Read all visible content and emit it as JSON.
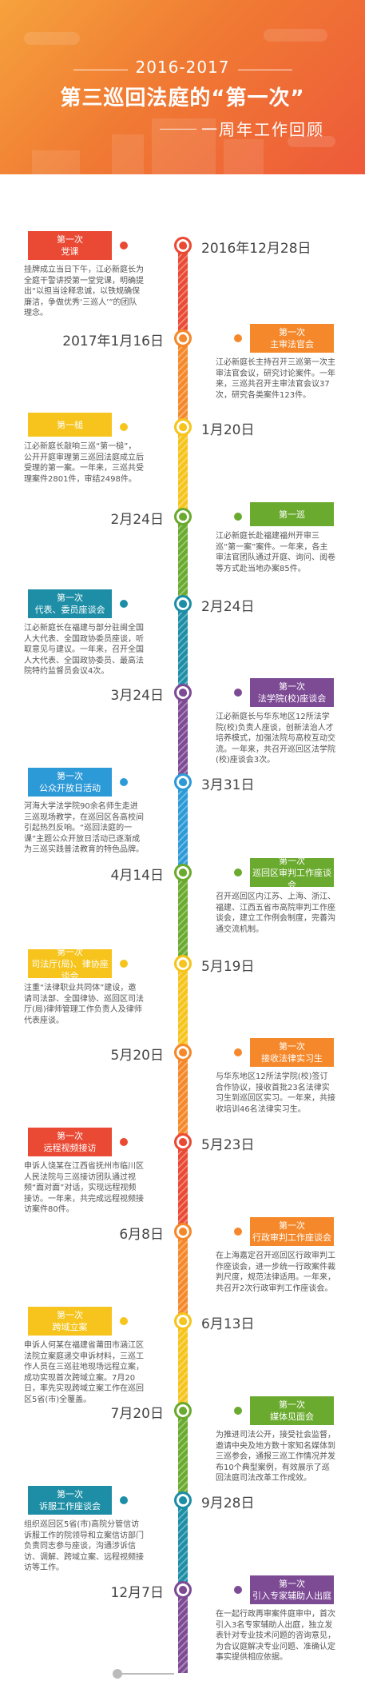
{
  "header": {
    "years": "2016-2017",
    "title": "第三巡回法庭的“第一次”",
    "subtitle": "一周年工作回顾"
  },
  "colors": {
    "red": "#ea4a34",
    "orange": "#f5882a",
    "yellow": "#f6c41c",
    "green": "#6aaa2e",
    "teal": "#1d8ea6",
    "purple": "#7d4a94",
    "blue": "#2d9ad8"
  },
  "events": [
    {
      "date": "2016年12月28日",
      "tag1": "第一次",
      "tag2": "党课",
      "desc": "挂牌成立当日下午，江必新庭长为全庭干警讲授第一堂党课，明确提出“以担当诠释忠诚，以铁规确保廉洁，争做优秀‘三巡人’”的团队理念。"
    },
    {
      "date": "2017年1月16日",
      "tag1": "第一次",
      "tag2": "主审法官会",
      "desc": "江必新庭长主持召开三巡第一次主审法官会议，研究讨论案件。一年来，三巡共召开主审法官会议37次，研究各类案件123件。"
    },
    {
      "date": "1月20日",
      "tag1": "第一槌",
      "tag2": "",
      "desc": "江必新庭长敲响三巡“第一槌”，公开开庭审理第三巡回法庭成立后受理的第一案。一年来，三巡共受理案件2801件，审结2498件。"
    },
    {
      "date": "2月24日",
      "tag1": "第一巡",
      "tag2": "",
      "desc": "江必新庭长赴福建福州开审三巡“第一案”案件。一年来，各主审法官团队通过开庭、询问、阅卷等方式赴当地办案85件。"
    },
    {
      "date": "2月24日",
      "tag1": "第一次",
      "tag2": "代表、委员座谈会",
      "desc": "江必新庭长在福建与部分驻闽全国人大代表、全国政协委员座谈，听取意见与建议。一年来，召开全国人大代表、全国政协委员、最高法院特约监督员会议4次。"
    },
    {
      "date": "3月24日",
      "tag1": "第一次",
      "tag2": "法学院(校)座谈会",
      "desc": "江必新庭长与华东地区12所法学院(校)负责人座谈，创新法治人才培养模式，加强法院与高校互动交流。一年来，共召开巡回区法学院(校)座谈会3次。"
    },
    {
      "date": "3月31日",
      "tag1": "第一次",
      "tag2": "公众开放日活动",
      "desc": "河海大学法学院90余名师生走进三巡现场教学，在巡回区各高校间引起热烈反响。“巡回法庭的一课”主题公众开放日活动已逐渐成为三巡实践普法教育的特色品牌。"
    },
    {
      "date": "4月14日",
      "tag1": "第一次",
      "tag2": "巡回区审判工作座谈会",
      "desc": "召开巡回区内江苏、上海、浙江、福建、江西五省市高院审判工作座谈会，建立工作例会制度，完善沟通交流机制。"
    },
    {
      "date": "5月19日",
      "tag1": "第一次",
      "tag2": "司法厅(局)、律协座谈会",
      "desc": "注重“法律职业共同体”建设，邀请司法部、全国律协、巡回区司法厅(局)律师管理工作负责人及律师代表座谈。"
    },
    {
      "date": "5月20日",
      "tag1": "第一次",
      "tag2": "接收法律实习生",
      "desc": "与华东地区12所法学院(校)签订合作协议，接收首批23名法律实习生到巡回区实习。一年来，共接收培训46名法律实习生。"
    },
    {
      "date": "5月23日",
      "tag1": "第一次",
      "tag2": "远程视频接访",
      "desc": "申诉人饶某在江西省抚州市临川区人民法院与三巡接访团队通过视频“面对面”对话，实现远程视频接访。一年来，共完成远程视频接访案件80件。"
    },
    {
      "date": "6月8日",
      "tag1": "第一次",
      "tag2": "行政审判工作座谈会",
      "desc": "在上海嘉定召开巡回区行政审判工作座谈会，进一步统一行政案件裁判尺度，规范法律适用。一年来，共召开2次行政审判工作座谈会。"
    },
    {
      "date": "6月13日",
      "tag1": "第一次",
      "tag2": "跨域立案",
      "desc": "申诉人何某在福建省莆田市涵江区法院立案庭递交申诉材料，三巡工作人员在三巡驻地现场远程立案，成功实现首次跨域立案。7月20日，率先实现跨域立案工作在巡回区5省(市)全覆盖。"
    },
    {
      "date": "7月20日",
      "tag1": "第一次",
      "tag2": "媒体见面会",
      "desc": "为推进司法公开，接受社会监督，邀请中央及地方数十家知名媒体到三巡参会，通报三巡工作情况并发布10个典型案例，有效展示了巡回法庭司法改革工作成效。"
    },
    {
      "date": "9月28日",
      "tag1": "第一次",
      "tag2": "诉服工作座谈会",
      "desc": "组织巡回区5省(市)高院分管信访诉服工作的院领导和立案信访部门负责同志参与座谈，沟通涉诉信访、调解、跨域立案、远程视频接访等工作。"
    },
    {
      "date": "12月7日",
      "tag1": "第一次",
      "tag2": "引入专家辅助人出庭",
      "desc": "在一起行政再审案件庭审中，首次引入3名专家辅助人出庭，独立发表针对专业技术问题的咨询意见，为合议庭解决专业问题、准确认定事实提供相应依据。"
    }
  ]
}
